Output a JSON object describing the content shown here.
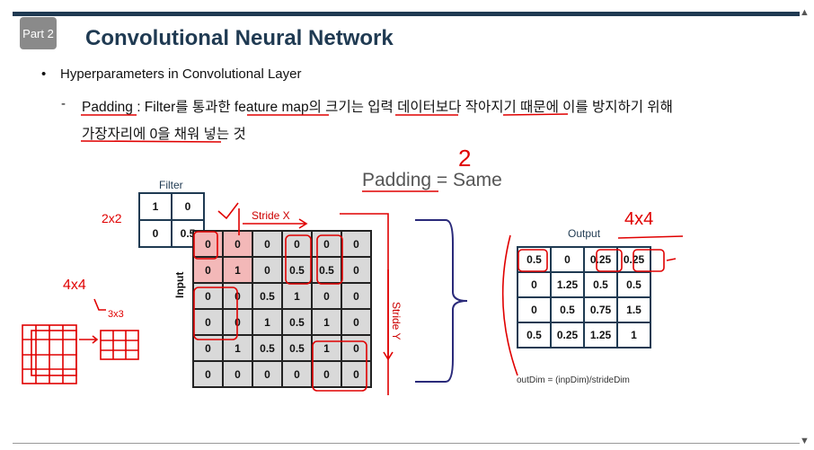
{
  "slide": {
    "badge": "Part 2",
    "title": "Convolutional Neural Network",
    "bullet": "Hyperparameters in Convolutional Layer",
    "sub_line1": "Padding : Filter를 통과한 feature map의 크기는 입력 데이터보다 작아지기 때문에 이를 방지하기 위해",
    "sub_line2": "가장자리에 0을 채워 넣는 것",
    "padding_eq": "Padding = Same"
  },
  "filter": {
    "label": "Filter",
    "rows": [
      [
        "1",
        "0"
      ],
      [
        "0",
        "0.5"
      ]
    ]
  },
  "input": {
    "label": "Input",
    "stride_x": "Stride X",
    "stride_y": "Stride Y",
    "rows": [
      [
        "0",
        "0",
        "0",
        "0",
        "0",
        "0"
      ],
      [
        "0",
        "1",
        "0",
        "0.5",
        "0.5",
        "0"
      ],
      [
        "0",
        "0",
        "0.5",
        "1",
        "0",
        "0"
      ],
      [
        "0",
        "0",
        "1",
        "0.5",
        "1",
        "0"
      ],
      [
        "0",
        "1",
        "0.5",
        "0.5",
        "1",
        "0"
      ],
      [
        "0",
        "0",
        "0",
        "0",
        "0",
        "0"
      ]
    ]
  },
  "output": {
    "label": "Output",
    "rows": [
      [
        "0.5",
        "0",
        "0.25",
        "0.25"
      ],
      [
        "0",
        "1.25",
        "0.5",
        "0.5"
      ],
      [
        "0",
        "0.5",
        "0.75",
        "1.5"
      ],
      [
        "0.5",
        "0.25",
        "1.25",
        "1"
      ]
    ],
    "formula": "outDim = (inpDim)/strideDim"
  },
  "annotations": {
    "filter_size": "2x2",
    "output_size": "4x4",
    "input_size": "4x4",
    "conv_size": "3x3",
    "stride_num": "2"
  },
  "colors": {
    "title": "#1f3a52",
    "ink": "#e00000",
    "grid": "#d9d9d9"
  }
}
